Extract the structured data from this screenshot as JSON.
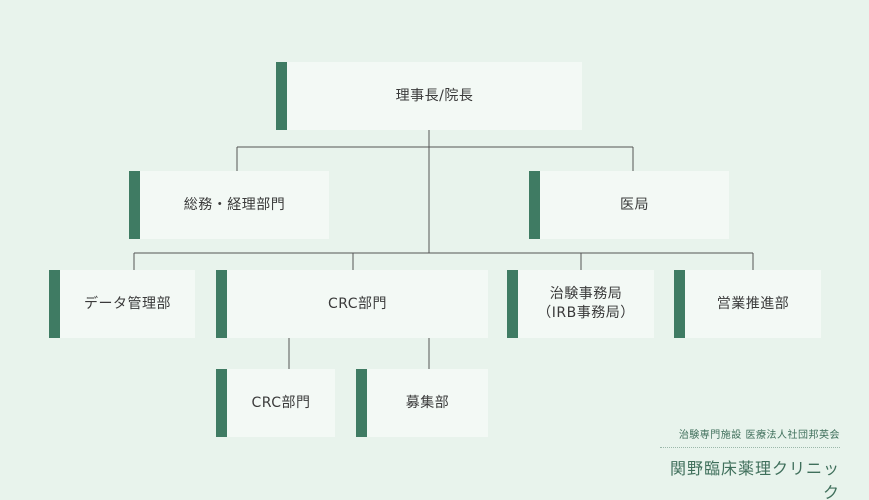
{
  "diagram": {
    "root": {
      "label": "理事長/院長"
    },
    "level2": [
      {
        "label": "総務・経理部門"
      },
      {
        "label": "医局"
      }
    ],
    "level3": [
      {
        "label": "データ管理部"
      },
      {
        "label": "CRC部門"
      },
      {
        "label": "治験事務局\n（IRB事務局）"
      },
      {
        "label": "営業推進部"
      }
    ],
    "level4": [
      {
        "label": "CRC部門"
      },
      {
        "label": "募集部"
      }
    ]
  },
  "footer": {
    "subtitle": "治験専門施設 医療法人社団邦英会",
    "name": "関野臨床薬理クリニック"
  },
  "colors": {
    "background": "#e8f3ec",
    "box": "#f3f9f5",
    "accent_bar": "#3f7b63",
    "line": "#555555"
  }
}
